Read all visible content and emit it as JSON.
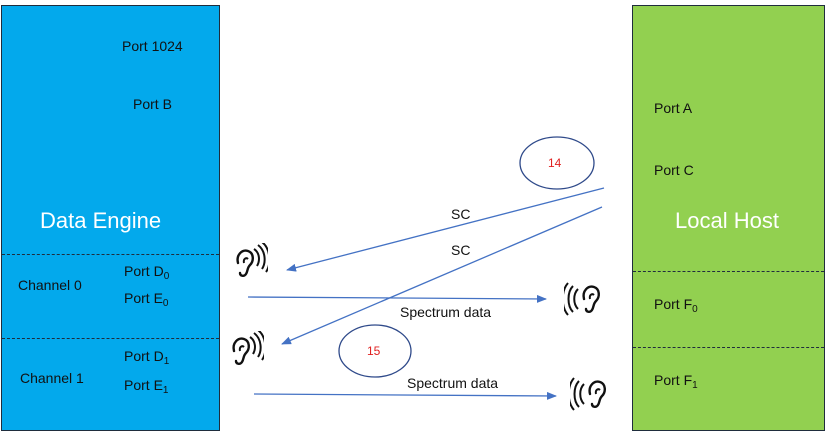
{
  "data_engine": {
    "title": "Data Engine",
    "ports": {
      "port_1024": "Port 1024",
      "port_b": "Port B"
    },
    "channel0": {
      "label": "Channel 0",
      "port_d_base": "Port D",
      "port_d_sub": "0",
      "port_e_base": "Port E",
      "port_e_sub": "0"
    },
    "channel1": {
      "label": "Channel 1",
      "port_d_base": "Port D",
      "port_d_sub": "1",
      "port_e_base": "Port E",
      "port_e_sub": "1"
    }
  },
  "local_host": {
    "title": "Local Host",
    "port_a": "Port A",
    "port_c": "Port C",
    "port_f0_base": "Port F",
    "port_f0_sub": "0",
    "port_f1_base": "Port F",
    "port_f1_sub": "1"
  },
  "arrows": {
    "sc_1": "SC",
    "sc_2": "SC",
    "spectrum_1": "Spectrum data",
    "spectrum_2": "Spectrum data"
  },
  "steps": {
    "step_14": "14",
    "step_15": "15"
  },
  "colors": {
    "data_engine": "#03a9ec",
    "local_host": "#92d050",
    "arrow": "#4472c4",
    "step_number": "#e02020"
  },
  "icons": [
    "speaker-icon",
    "listener-ear-icon"
  ]
}
